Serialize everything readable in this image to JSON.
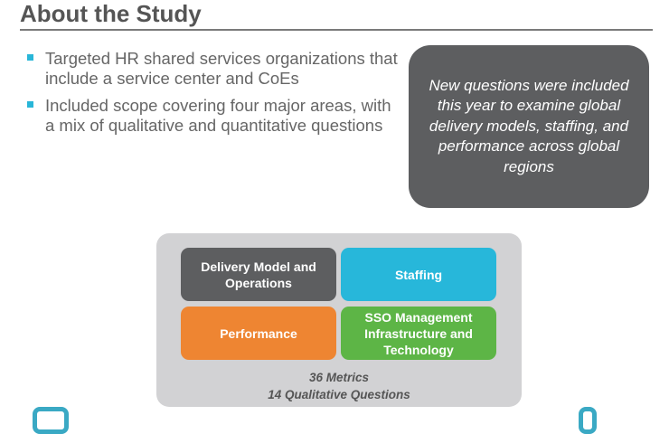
{
  "title": "About the Study",
  "bullets": [
    "Targeted HR shared services organizations that include a service center and CoEs",
    "Included scope covering four major areas, with a mix of qualitative and quantitative questions"
  ],
  "callout": "New questions were included this year to examine global delivery models, staffing, and performance across global regions",
  "areas": [
    "Delivery Model and Operations",
    "Staffing",
    "Performance",
    "SSO Management Infrastructure and Technology"
  ],
  "metrics": [
    "36 Metrics",
    "14 Qualitative Questions"
  ],
  "colors": {
    "accent": "#29b6d8",
    "dark": "#5d5e60",
    "orange": "#ee8532",
    "green": "#5db546"
  }
}
